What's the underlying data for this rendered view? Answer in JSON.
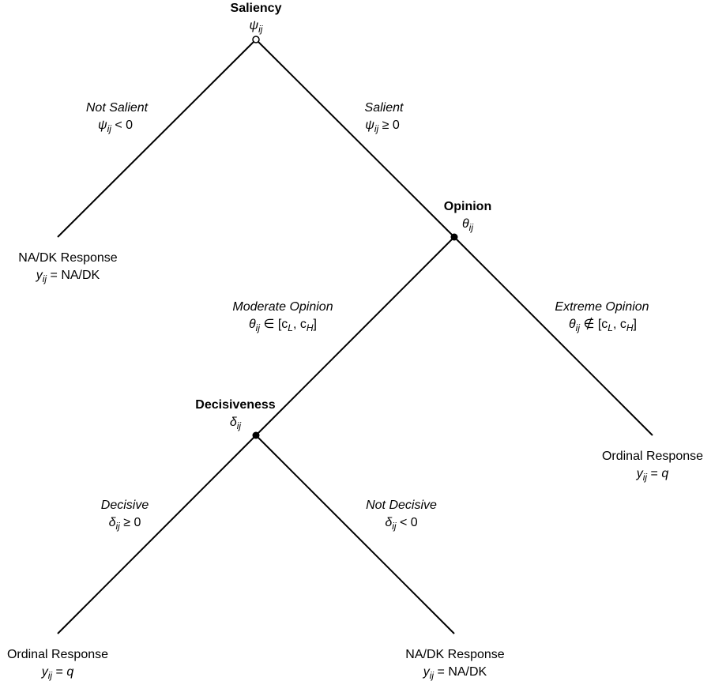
{
  "nodes": {
    "saliency": {
      "label": "Saliency",
      "sym": "ψ",
      "sub": "ij"
    },
    "opinion": {
      "label": "Opinion",
      "sym": "θ",
      "sub": "ij"
    },
    "decisiveness": {
      "label": "Decisiveness",
      "sym": "δ",
      "sub": "ij"
    }
  },
  "branches": {
    "not_salient": {
      "label": "Not Salient",
      "sym": "ψ",
      "sub": "ij",
      "rel": " < 0"
    },
    "salient": {
      "label": "Salient",
      "sym": "ψ",
      "sub": "ij",
      "rel": " ≥ 0"
    },
    "moderate": {
      "label": "Moderate Opinion",
      "sym": "θ",
      "sub": "ij",
      "rel": " ∈ [c",
      "c1sub": "L",
      "mid": ", c",
      "c2sub": "H",
      "end": "]"
    },
    "extreme": {
      "label": "Extreme Opinion",
      "sym": "θ",
      "sub": "ij",
      "rel": " ∉ [c",
      "c1sub": "L",
      "mid": ", c",
      "c2sub": "H",
      "end": "]"
    },
    "decisive": {
      "label": "Decisive",
      "sym": "δ",
      "sub": "ij",
      "rel": " ≥ 0"
    },
    "not_decisive": {
      "label": "Not Decisive",
      "sym": "δ",
      "sub": "ij",
      "rel": " < 0"
    }
  },
  "leaves": {
    "nadk1": {
      "label": "NA/DK Response",
      "sym": "y",
      "sub": "ij",
      "rel": " = NA/DK"
    },
    "ordinal_extreme": {
      "label": "Ordinal Response",
      "sym": "y",
      "sub": "ij",
      "rel": " = ",
      "val": "q"
    },
    "ordinal_decisive": {
      "label": "Ordinal Response",
      "sym": "y",
      "sub": "ij",
      "rel": " = ",
      "val": "q"
    },
    "nadk2": {
      "label": "NA/DK Response",
      "sym": "y",
      "sub": "ij",
      "rel": " = NA/DK"
    }
  }
}
